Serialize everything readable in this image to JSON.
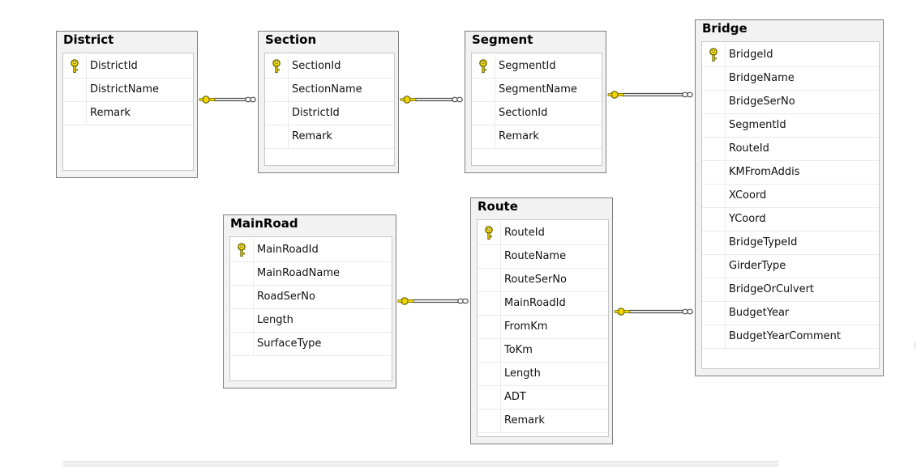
{
  "diagram": {
    "tables": [
      {
        "id": "district",
        "title": "District",
        "columns": [
          {
            "name": "DistrictId",
            "pk": true
          },
          {
            "name": "DistrictName",
            "pk": false
          },
          {
            "name": "Remark",
            "pk": false
          }
        ]
      },
      {
        "id": "section",
        "title": "Section",
        "columns": [
          {
            "name": "SectionId",
            "pk": true
          },
          {
            "name": "SectionName",
            "pk": false
          },
          {
            "name": "DistrictId",
            "pk": false
          },
          {
            "name": "Remark",
            "pk": false
          }
        ]
      },
      {
        "id": "segment",
        "title": "Segment",
        "columns": [
          {
            "name": "SegmentId",
            "pk": true
          },
          {
            "name": "SegmentName",
            "pk": false
          },
          {
            "name": "SectionId",
            "pk": false
          },
          {
            "name": "Remark",
            "pk": false
          }
        ]
      },
      {
        "id": "bridge",
        "title": "Bridge",
        "columns": [
          {
            "name": "BridgeId",
            "pk": true
          },
          {
            "name": "BridgeName",
            "pk": false
          },
          {
            "name": "BridgeSerNo",
            "pk": false
          },
          {
            "name": "SegmentId",
            "pk": false
          },
          {
            "name": "RouteId",
            "pk": false
          },
          {
            "name": "KMFromAddis",
            "pk": false
          },
          {
            "name": "XCoord",
            "pk": false
          },
          {
            "name": "YCoord",
            "pk": false
          },
          {
            "name": "BridgeTypeId",
            "pk": false
          },
          {
            "name": "GirderType",
            "pk": false
          },
          {
            "name": "BridgeOrCulvert",
            "pk": false
          },
          {
            "name": "BudgetYear",
            "pk": false
          },
          {
            "name": "BudgetYearComment",
            "pk": false
          }
        ]
      },
      {
        "id": "mainroad",
        "title": "MainRoad",
        "columns": [
          {
            "name": "MainRoadId",
            "pk": true
          },
          {
            "name": "MainRoadName",
            "pk": false
          },
          {
            "name": "RoadSerNo",
            "pk": false
          },
          {
            "name": "Length",
            "pk": false
          },
          {
            "name": "SurfaceType",
            "pk": false
          }
        ]
      },
      {
        "id": "route",
        "title": "Route",
        "columns": [
          {
            "name": "RouteId",
            "pk": true
          },
          {
            "name": "RouteName",
            "pk": false
          },
          {
            "name": "RouteSerNo",
            "pk": false
          },
          {
            "name": "MainRoadId",
            "pk": false
          },
          {
            "name": "FromKm",
            "pk": false
          },
          {
            "name": "ToKm",
            "pk": false
          },
          {
            "name": "Length",
            "pk": false
          },
          {
            "name": "ADT",
            "pk": false
          },
          {
            "name": "Remark",
            "pk": false
          }
        ]
      }
    ],
    "relationships": [
      {
        "from": "district",
        "to": "section"
      },
      {
        "from": "section",
        "to": "segment"
      },
      {
        "from": "segment",
        "to": "bridge"
      },
      {
        "from": "mainroad",
        "to": "route"
      },
      {
        "from": "route",
        "to": "bridge"
      }
    ],
    "icons": {
      "primary_key": "key-icon",
      "one_end": "key-icon",
      "many_end": "infinity-icon"
    },
    "colors": {
      "key": "#f2d600",
      "key_outline": "#5a5a00",
      "connector": "#4d4d4d"
    }
  }
}
